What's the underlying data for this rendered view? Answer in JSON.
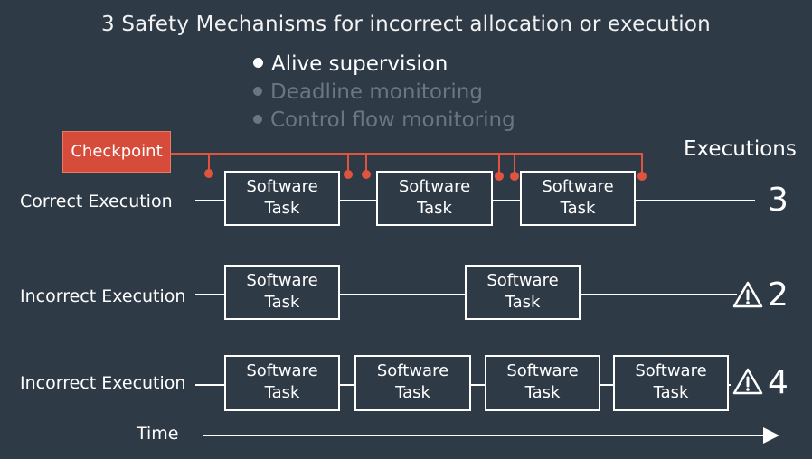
{
  "title": "3 Safety Mechanisms for incorrect allocation or execution",
  "bullets": [
    {
      "label": "Alive supervision",
      "active": true
    },
    {
      "label": "Deadline monitoring",
      "active": false
    },
    {
      "label": "Control flow monitoring",
      "active": false
    }
  ],
  "checkpoint_label": "Checkpoint",
  "executions_label": "Executions",
  "time_label": "Time",
  "task_line1": "Software",
  "task_line2": "Task",
  "rows": [
    {
      "label": "Correct Execution",
      "count": "3",
      "warning": false
    },
    {
      "label": "Incorrect Execution",
      "count": "2",
      "warning": true
    },
    {
      "label": "Incorrect Execution",
      "count": "4",
      "warning": true
    }
  ],
  "colors": {
    "background": "#2f3a47",
    "checkpoint": "#d64b3a",
    "foreground": "#ffffff",
    "dimmed": "#6b7683"
  },
  "icons": {
    "warning": "warning-triangle-icon",
    "arrow": "arrow-right-icon"
  }
}
